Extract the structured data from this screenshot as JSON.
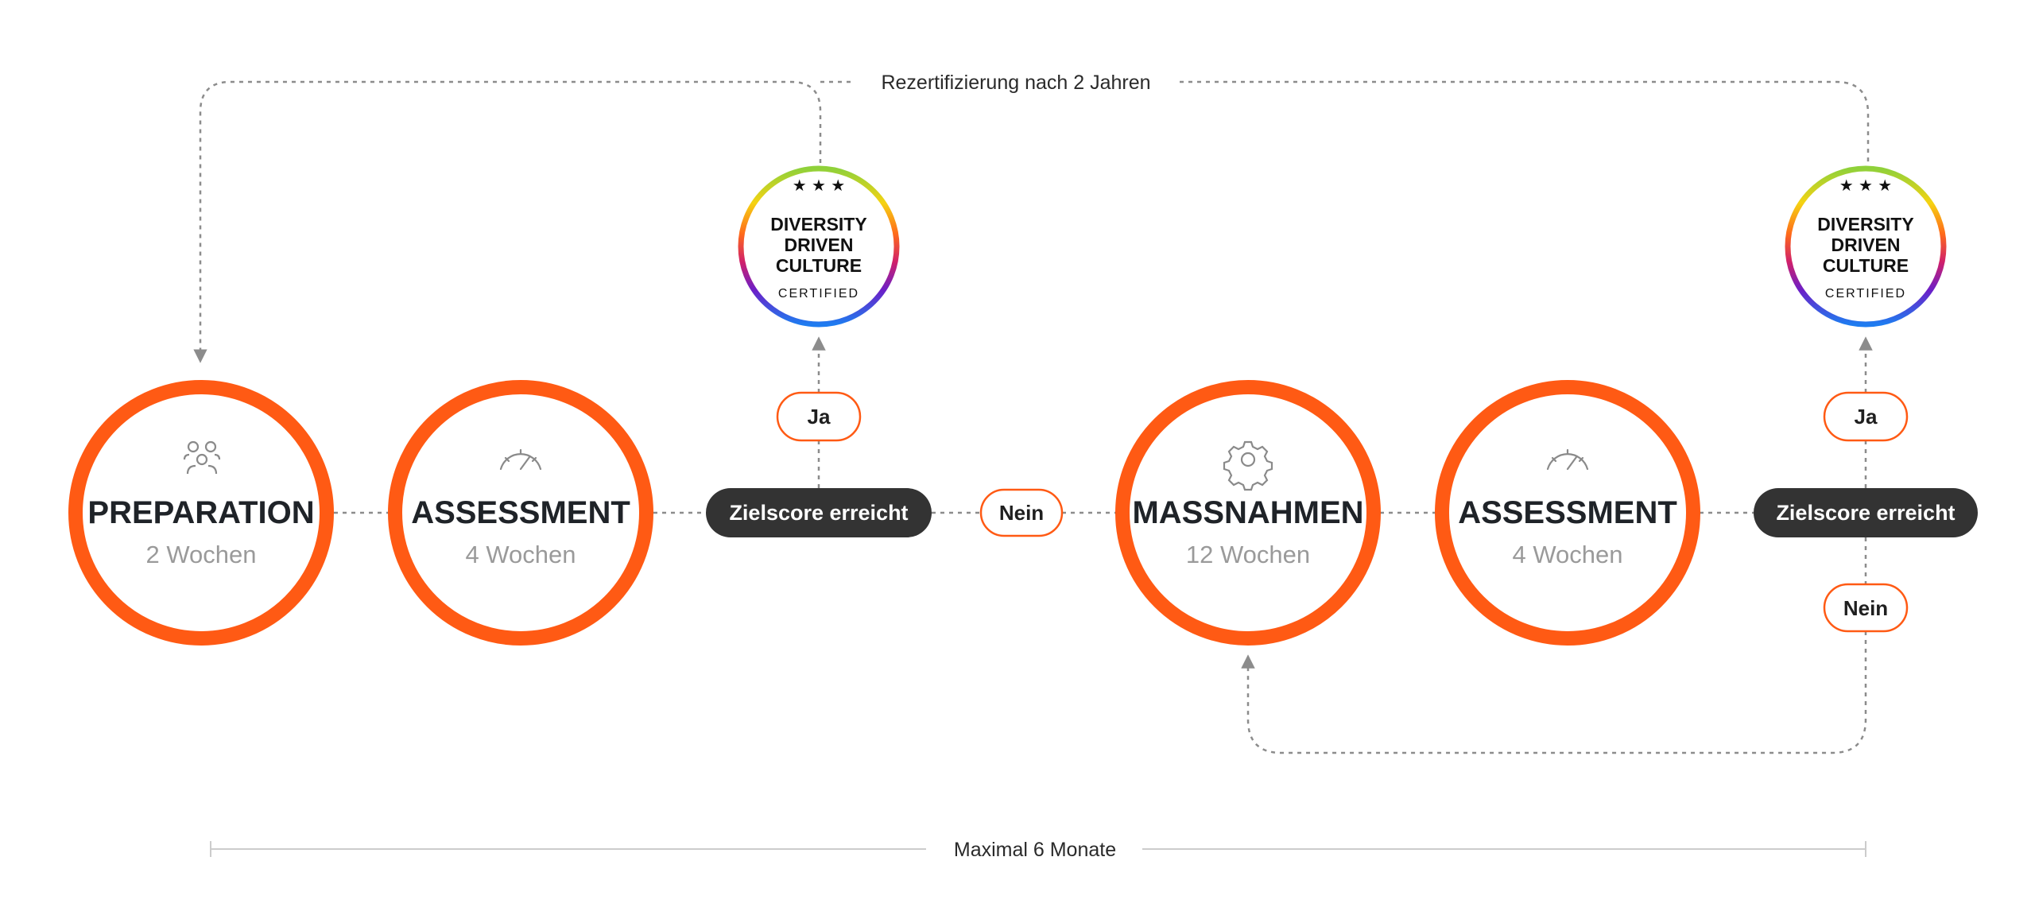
{
  "recert_label": "Rezertifizierung nach 2 Jahren",
  "timeline_label": "Maximal 6 Monate",
  "phases": [
    {
      "name": "PREPARATION",
      "duration": "2 Wochen",
      "icon": "people-icon"
    },
    {
      "name": "ASSESSMENT",
      "duration": "4 Wochen",
      "icon": "gauge-icon"
    },
    {
      "name": "MASSNAHMEN",
      "duration": "12 Wochen",
      "icon": "gear-icon"
    },
    {
      "name": "ASSESSMENT",
      "duration": "4 Wochen",
      "icon": "gauge-icon"
    }
  ],
  "decisions": [
    {
      "label": "Zielscore erreicht"
    },
    {
      "label": "Zielscore erreicht"
    }
  ],
  "answers": {
    "yes": "Ja",
    "no": "Nein"
  },
  "badge": {
    "lines": [
      "DIVERSITY",
      "DRIVEN",
      "CULTURE"
    ],
    "sub": "CERTIFIED",
    "stars": "★ ★ ★"
  },
  "colors": {
    "accent": "#ff5a14",
    "pill_dark": "#333333",
    "connector": "#8c8c8c",
    "muted_text": "#9a9a9a"
  }
}
